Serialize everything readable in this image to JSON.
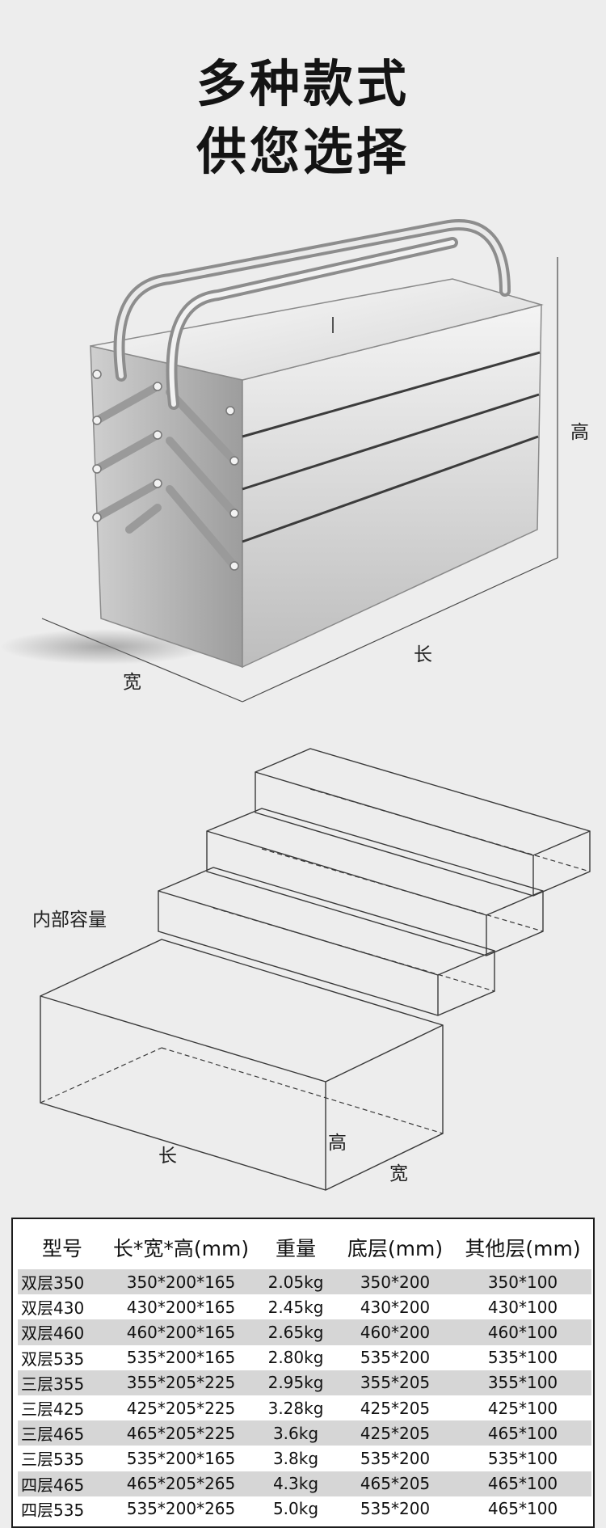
{
  "headline": {
    "line1": "多种款式",
    "line2": "供您选择"
  },
  "box_dimensions": {
    "height": "高",
    "length": "长",
    "width": "宽"
  },
  "internal": {
    "title": "内部容量",
    "length": "长",
    "height": "高",
    "width": "宽"
  },
  "spec_table": {
    "headers": [
      "型号",
      "长*宽*高(mm)",
      "重量",
      "底层(mm)",
      "其他层(mm)"
    ],
    "rows": [
      [
        "双层350",
        "350*200*165",
        "2.05kg",
        "350*200",
        "350*100"
      ],
      [
        "双层430",
        "430*200*165",
        "2.45kg",
        "430*200",
        "430*100"
      ],
      [
        "双层460",
        "460*200*165",
        "2.65kg",
        "460*200",
        "460*100"
      ],
      [
        "双层535",
        "535*200*165",
        "2.80kg",
        "535*200",
        "535*100"
      ],
      [
        "三层355",
        "355*205*225",
        "2.95kg",
        "355*205",
        "355*100"
      ],
      [
        "三层425",
        "425*205*225",
        "3.28kg",
        "425*205",
        "425*100"
      ],
      [
        "三层465",
        "465*205*225",
        "3.6kg",
        "425*205",
        "465*100"
      ],
      [
        "三层535",
        "535*200*165",
        "3.8kg",
        "535*200",
        "535*100"
      ],
      [
        "四层465",
        "465*205*265",
        "4.3kg",
        "465*205",
        "465*100"
      ],
      [
        "四层535",
        "535*200*265",
        "5.0kg",
        "535*200",
        "465*100"
      ]
    ]
  }
}
